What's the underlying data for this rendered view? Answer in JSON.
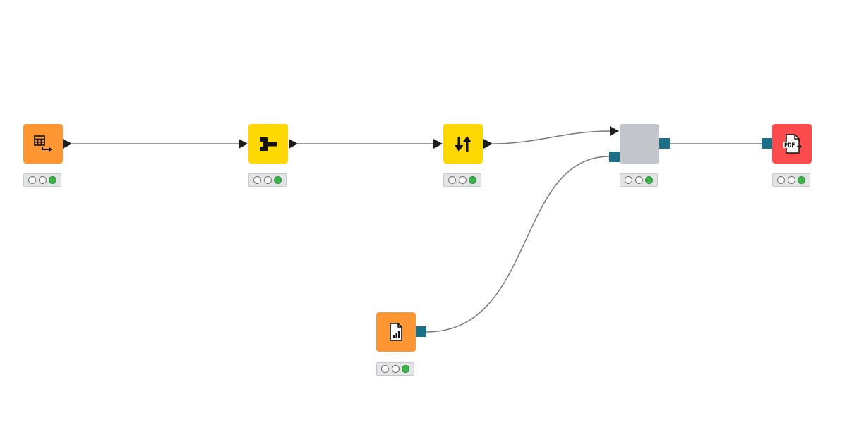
{
  "colors": {
    "source": "#FF9632",
    "manipulator": "#FFD800",
    "component": "#C2C6CA",
    "sink": "#FF4B4B",
    "port_data": "#1D1D1B",
    "port_object": "#1B6F87",
    "connection": "#7A7A7A",
    "light_ok": "#3CB449"
  },
  "nodes": [
    {
      "id": "table-creator",
      "icon": "table-creator-icon",
      "color": "source",
      "status": [
        "off",
        "off",
        "on"
      ]
    },
    {
      "id": "column-filter",
      "icon": "column-filter-icon",
      "color": "manipulator",
      "status": [
        "off",
        "off",
        "on"
      ]
    },
    {
      "id": "sorter",
      "icon": "sorter-icon",
      "color": "manipulator",
      "status": [
        "off",
        "off",
        "on"
      ]
    },
    {
      "id": "component",
      "icon": "",
      "color": "component",
      "status": [
        "off",
        "off",
        "on"
      ]
    },
    {
      "id": "pdf-writer",
      "icon": "pdf-writer-icon",
      "color": "sink",
      "status": [
        "off",
        "off",
        "on"
      ]
    },
    {
      "id": "report-template",
      "icon": "report-template-icon",
      "color": "source",
      "status": [
        "off",
        "off",
        "on"
      ]
    }
  ]
}
